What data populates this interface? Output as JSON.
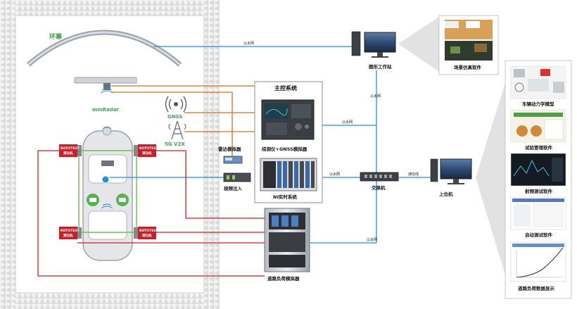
{
  "chamber": {
    "ring_label": "环幕",
    "radar_label": "mmRadar",
    "gnss_label": "GNSS",
    "v2x_label": "5G V2X",
    "dyno_brand": "ROTOTEST",
    "dyno_label": "测功机"
  },
  "devices": {
    "graphics_workstation": "图形工作站",
    "scene_software": "场景仿真软件",
    "main_control_title": "主控系统",
    "integrated_tester": "综测仪+GNSS模拟器",
    "ni_system": "NI实时系统",
    "radar_simulator": "雷达模拟器",
    "video_injection": "视频注入",
    "switch": "交换机",
    "host_pc": "上位机",
    "road_load_simulator": "道路负荷模拟器"
  },
  "links": {
    "ethernet": "以太网",
    "comm_line": "通信线"
  },
  "software_panel": {
    "items": [
      "车辆动力学模型",
      "试验管理软件",
      "射频测试软件",
      "自动测试软件",
      "道路负荷数据显示"
    ]
  },
  "colors": {
    "ethernet_line": "#2a8fd6",
    "coax_line": "#d9701e",
    "can_line": "#d21f26",
    "green_line": "#6cc24a",
    "dyno_red": "#c8202b"
  }
}
